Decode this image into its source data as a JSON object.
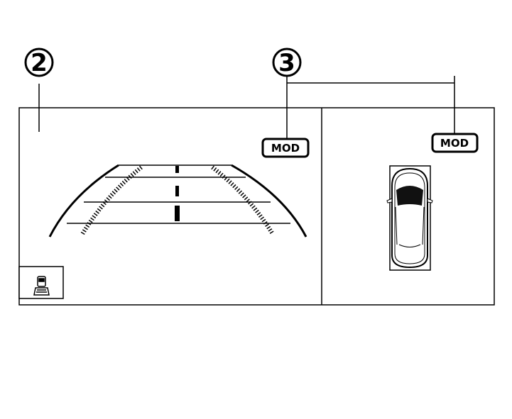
{
  "callouts": {
    "left": "2",
    "right": "3"
  },
  "badges": {
    "camera_view": "MOD",
    "overhead_view": "MOD"
  },
  "icons": {
    "view_toggle": "camera-view-icon",
    "vehicle": "car-top-view-icon"
  },
  "colors": {
    "line": "#000000",
    "background": "#ffffff",
    "glass": "#111111"
  }
}
